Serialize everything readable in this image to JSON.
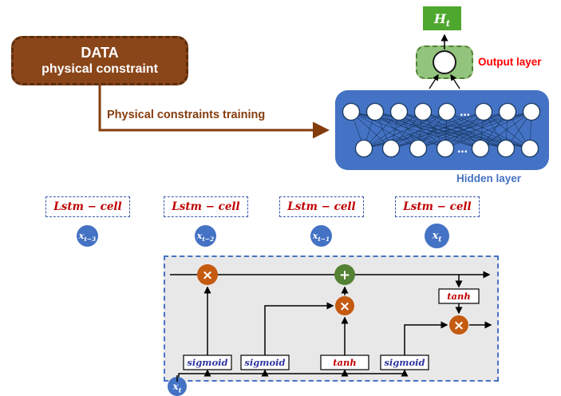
{
  "colors": {
    "brown": "#8A4619",
    "brown_dark": "#5D2E0C",
    "blue": "#4472C4",
    "navy": "#17375E",
    "green": "#4EA72E",
    "light_green": "#93C47D",
    "dark_green": "#548235",
    "orange_gate": "#C55A11",
    "red_text": "#C00000",
    "label_red": "#FF0000"
  },
  "output_block": {
    "h_base": "H",
    "h_sub": "t",
    "output_layer_label": "Output layer"
  },
  "data_box": {
    "line1": "DATA",
    "line2": "physical constraint"
  },
  "training_arrow_label": "Physical constraints training",
  "hidden_layer": {
    "label": "Hidden layer",
    "ellipsis": "…"
  },
  "lstm_cells": [
    {
      "label": "Lstm − cell",
      "input_base": "x",
      "input_sub": "t−3"
    },
    {
      "label": "Lstm − cell",
      "input_base": "x",
      "input_sub": "t−2"
    },
    {
      "label": "Lstm − cell",
      "input_base": "x",
      "input_sub": "t−1"
    },
    {
      "label": "Lstm − cell",
      "input_base": "x",
      "input_sub": "t"
    }
  ],
  "cell_internals": {
    "multiply": "×",
    "add": "+",
    "tanh_top": "tanh",
    "boxes": [
      "sigmoid",
      "sigmoid",
      "tanh",
      "sigmoid"
    ],
    "input_base": "x",
    "input_sub": "t"
  }
}
